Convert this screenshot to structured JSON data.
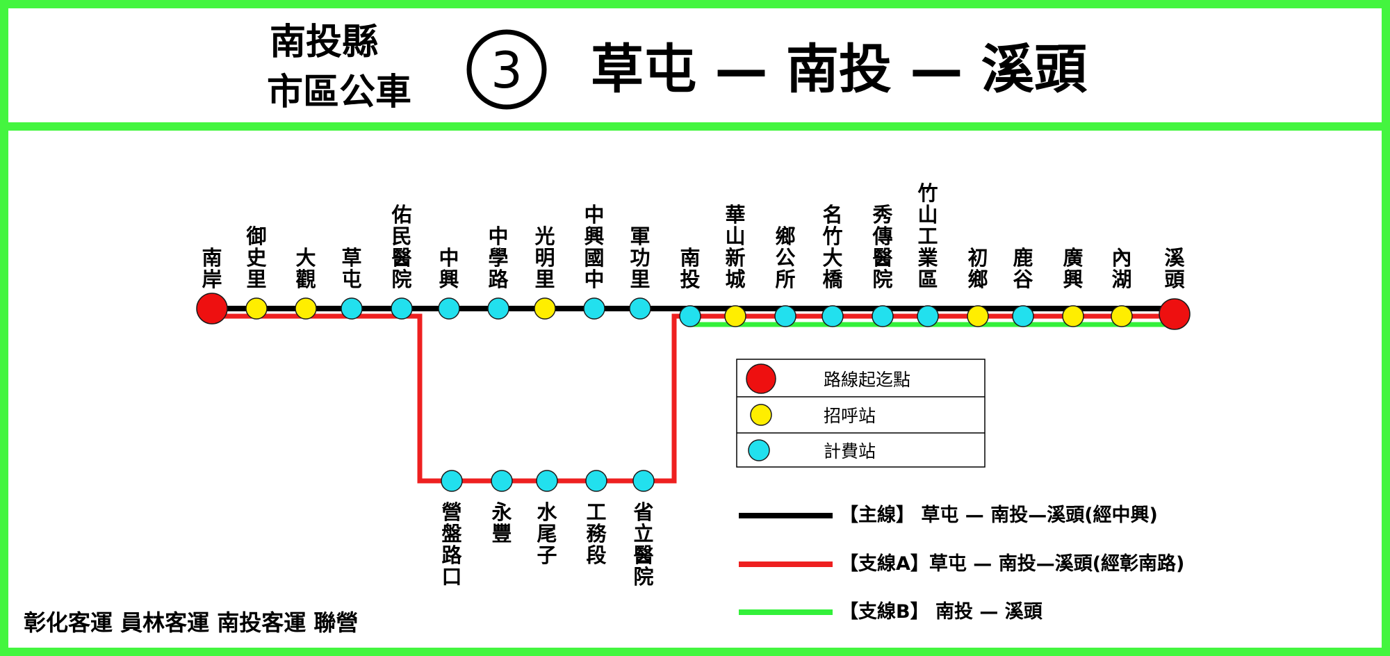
{
  "header": {
    "county": "南投縣",
    "bus_type": "市區公車",
    "route_number": "3",
    "route_title": "草屯 — 南投 — 溪頭"
  },
  "operators": "彰化客運 員林客運 南投客運 聯營",
  "colors": {
    "frame": "#44f53f",
    "main_line": "#000000",
    "branch_a": "#ee2020",
    "branch_b": "#33f03a",
    "terminal_stop": "#ee1010",
    "flag_stop": "#ffee00",
    "fare_stop": "#22e0ee",
    "stop_outline": "#1a1a1a"
  },
  "legend": {
    "stop_types": [
      {
        "type": "terminal",
        "label": "路線起迄點"
      },
      {
        "type": "flag",
        "label": "招呼站"
      },
      {
        "type": "fare",
        "label": "計費站"
      }
    ],
    "lines": [
      {
        "line": "main",
        "label": "【主線】 草屯 — 南投—溪頭(經中興)"
      },
      {
        "line": "a",
        "label": "【支線A】草屯 — 南投—溪頭(經彰南路)"
      },
      {
        "line": "b",
        "label": "【支線B】 南投 — 溪頭"
      }
    ]
  },
  "stops_top": [
    {
      "name": "南岸",
      "type": "terminal"
    },
    {
      "name": "御史里",
      "type": "flag"
    },
    {
      "name": "大觀",
      "type": "flag"
    },
    {
      "name": "草屯",
      "type": "fare"
    },
    {
      "name": "佑民醫院",
      "type": "fare"
    },
    {
      "name": "中興",
      "type": "fare"
    },
    {
      "name": "中學路",
      "type": "fare"
    },
    {
      "name": "光明里",
      "type": "flag"
    },
    {
      "name": "中興國中",
      "type": "fare"
    },
    {
      "name": "軍功里",
      "type": "fare"
    },
    {
      "name": "南投",
      "type": "fare"
    },
    {
      "name": "華山新城",
      "type": "flag"
    },
    {
      "name": "鄉公所",
      "type": "fare"
    },
    {
      "name": "名竹大橋",
      "type": "fare"
    },
    {
      "name": "秀傳醫院",
      "type": "fare"
    },
    {
      "name": "竹山工業區",
      "type": "fare"
    },
    {
      "name": "初鄉",
      "type": "flag"
    },
    {
      "name": "鹿谷",
      "type": "fare"
    },
    {
      "name": "廣興",
      "type": "flag"
    },
    {
      "name": "內湖",
      "type": "flag"
    },
    {
      "name": "溪頭",
      "type": "terminal"
    }
  ],
  "stops_bottom": [
    {
      "name": "營盤路口",
      "type": "fare"
    },
    {
      "name": "永豐",
      "type": "fare"
    },
    {
      "name": "水尾子",
      "type": "fare"
    },
    {
      "name": "工務段",
      "type": "fare"
    },
    {
      "name": "省立醫院",
      "type": "fare"
    }
  ]
}
